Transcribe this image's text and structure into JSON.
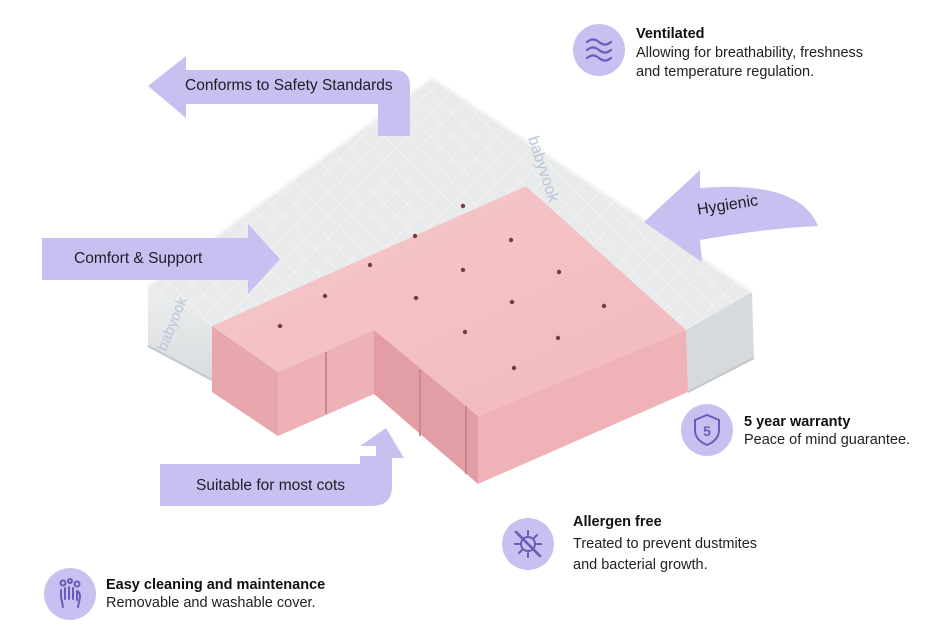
{
  "arrows": {
    "safety": "Conforms to Safety Standards",
    "comfort": "Comfort & Support",
    "hygienic": "Hygienic",
    "cots": "Suitable for most cots"
  },
  "features": {
    "ventilated": {
      "title": "Ventilated",
      "line1": "Allowing for breathability, freshness",
      "line2": "and temperature regulation."
    },
    "warranty": {
      "title": "5 year warranty",
      "line1": "Peace of mind guarantee.",
      "badge_number": "5"
    },
    "allergen": {
      "title": "Allergen free",
      "line1": "Treated to prevent dustmites",
      "line2": "and bacterial growth."
    },
    "cleaning": {
      "title": "Easy cleaning and maintenance",
      "line1": "Removable and washable cover."
    }
  },
  "mattress": {
    "brand_top": "babyvook",
    "brand_side": "babyook"
  },
  "colors": {
    "accent": "#c9c0f1",
    "icon": "#6a5bb7",
    "foam": "#edb4b9",
    "cover": "#e5e7e8"
  }
}
